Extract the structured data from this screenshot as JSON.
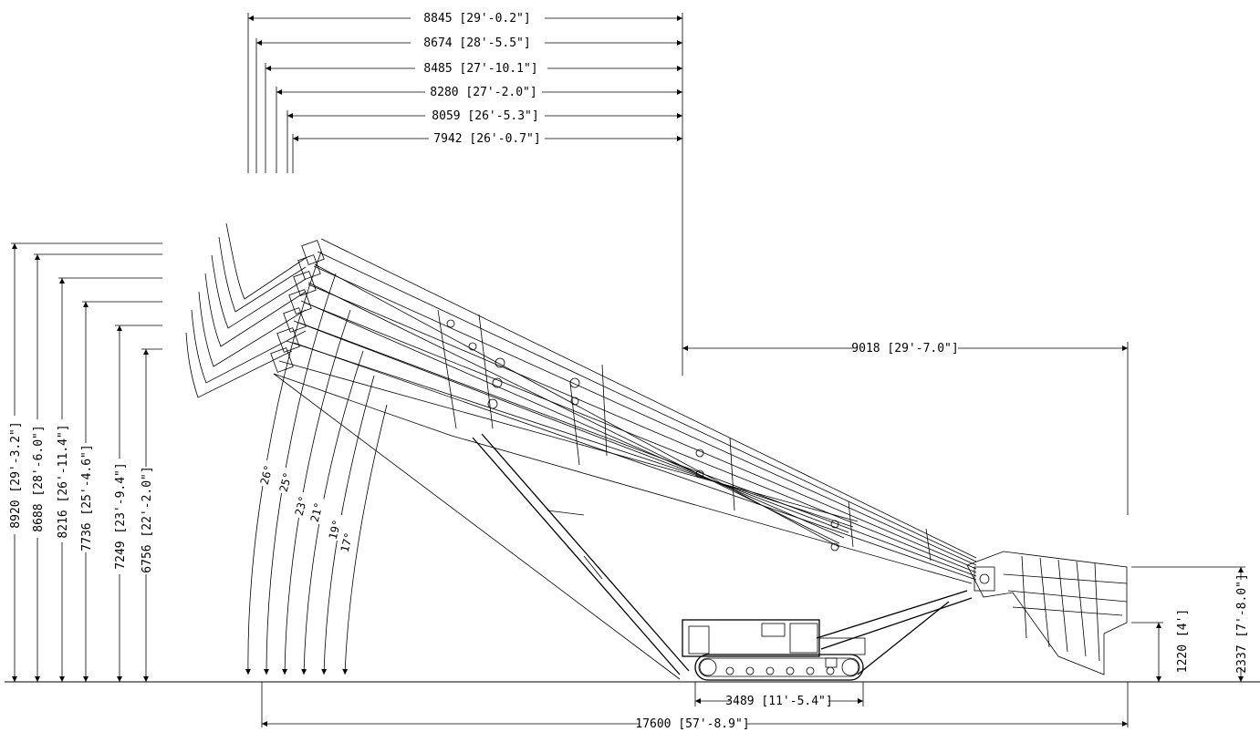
{
  "top_dimensions": [
    "8845 [29'-0.2\"]",
    "8674 [28'-5.5\"]",
    "8485 [27'-10.1\"]",
    "8280 [27'-2.0\"]",
    "8059 [26'-5.3\"]",
    "7942 [26'-0.7\"]"
  ],
  "side_dimensions": [
    "8920 [29'-3.2\"]",
    "8688 [28'-6.0\"]",
    "8216 [26'-11.4\"]",
    "7736 [25'-4.6\"]",
    "7249 [23'-9.4\"]",
    "6756 [22'-2.0\"]"
  ],
  "angles": [
    "26°",
    "25°",
    "23°",
    "21°",
    "19°",
    "17°"
  ],
  "reach_dimension": "9018 [29'-7.0\"]",
  "track_length": "3489 [11'-5.4\"]",
  "overall_length": "17600 [57'-8.9\"]",
  "tail_height": "1220 [4']",
  "tail_top_height": "2337 [7'-8.0\"]"
}
